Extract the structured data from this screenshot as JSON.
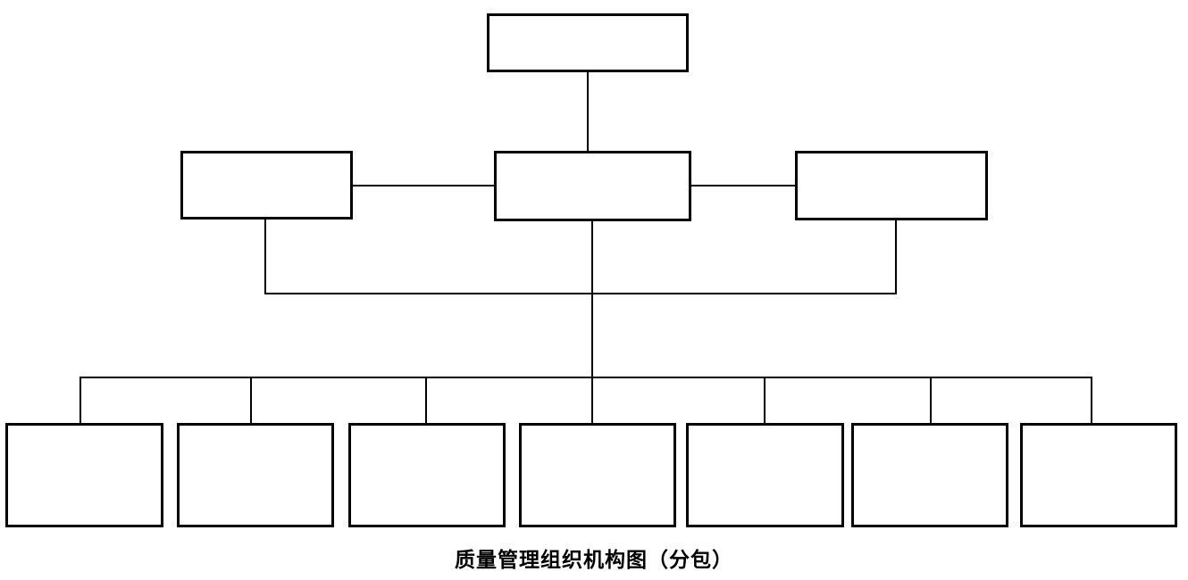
{
  "page": {
    "background": "#ffffff",
    "line_color": "#000000",
    "box_fill": "#ffffff"
  },
  "diagram": {
    "type": "org-chart",
    "caption": "质量管理组织机构图（分包）",
    "levels": [
      {
        "name": "level-1",
        "nodes": [
          {
            "label": ""
          }
        ]
      },
      {
        "name": "level-2",
        "nodes": [
          {
            "label": ""
          },
          {
            "label": ""
          },
          {
            "label": ""
          }
        ]
      },
      {
        "name": "level-3",
        "nodes": [
          {
            "label": ""
          },
          {
            "label": ""
          },
          {
            "label": ""
          },
          {
            "label": ""
          },
          {
            "label": ""
          },
          {
            "label": ""
          },
          {
            "label": ""
          }
        ]
      }
    ]
  }
}
